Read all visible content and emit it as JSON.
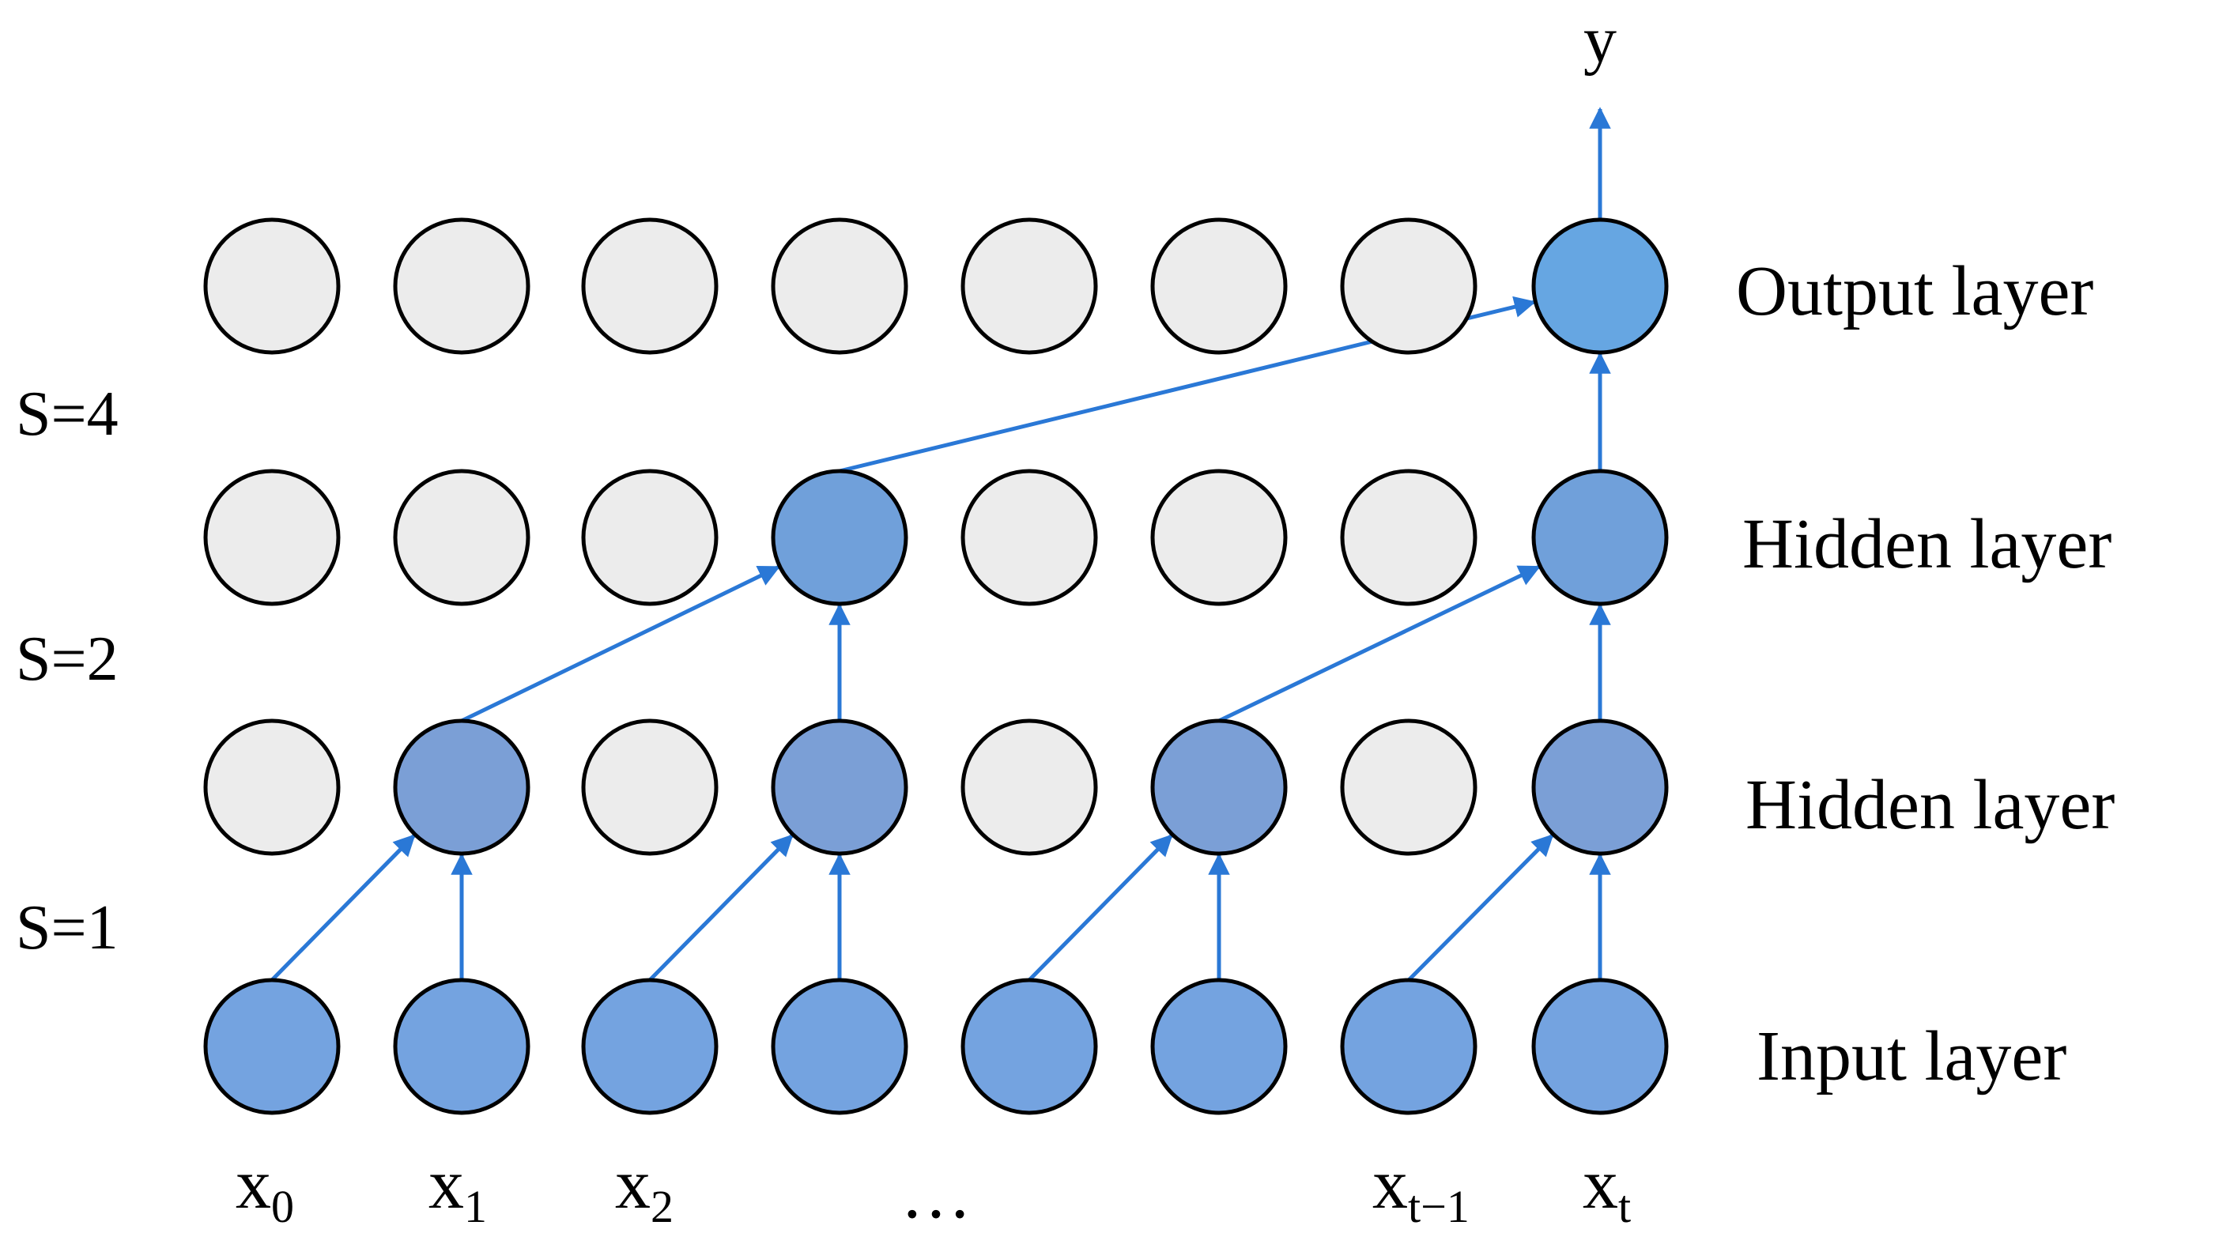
{
  "output_label": "y",
  "layer_labels": {
    "output": "Output layer",
    "hidden_top": "Hidden layer",
    "hidden_bottom": "Hidden layer",
    "input": "Input layer"
  },
  "dilation_labels": {
    "s4": "S=4",
    "s2": "S=2",
    "s1": "S=1"
  },
  "inputs": {
    "x0": {
      "base": "x",
      "sub": "0"
    },
    "x1": {
      "base": "x",
      "sub": "1"
    },
    "x2": {
      "base": "x",
      "sub": "2"
    },
    "ellipsis": "…",
    "xt_minus_1": {
      "base": "x",
      "sub": "t−1"
    },
    "xt": {
      "base": "x",
      "sub": "t"
    }
  },
  "colors": {
    "inactive_fill": "#ECECEC",
    "input_fill": "#74A3E0",
    "hidden1_fill": "#7B9FD6",
    "hidden2_fill": "#70A0DA",
    "output_fill": "#66A6E2",
    "node_stroke": "#000000",
    "arrow": "#2A78D6"
  },
  "active_nodes": {
    "output": [
      7
    ],
    "hidden_top": [
      3,
      7
    ],
    "hidden_bottom": [
      1,
      3,
      5,
      7
    ],
    "input": [
      0,
      1,
      2,
      3,
      4,
      5,
      6,
      7
    ]
  }
}
